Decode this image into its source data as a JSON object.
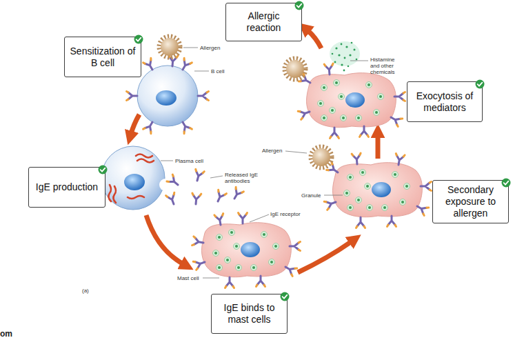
{
  "diagram": {
    "nodes": [
      {
        "text": [
          "Sensitization of B cell"
        ]
      },
      {
        "text": [
          "IgE production"
        ]
      },
      {
        "text": [
          "IgE binds to mast cells"
        ]
      },
      {
        "text": [
          "Secondary exposure to allergen"
        ]
      },
      {
        "text": [
          "Exocytosis of mediators"
        ]
      },
      {
        "text": [
          "Allergic reaction"
        ]
      }
    ],
    "labels": [
      "Allergen",
      "B cell",
      "Plasma cell",
      "Released IgE antibodies",
      "IgE receptor",
      "Mast cell",
      "(a)",
      "Allergen",
      "Granule",
      "Histamine and other chemicals",
      "om"
    ]
  }
}
